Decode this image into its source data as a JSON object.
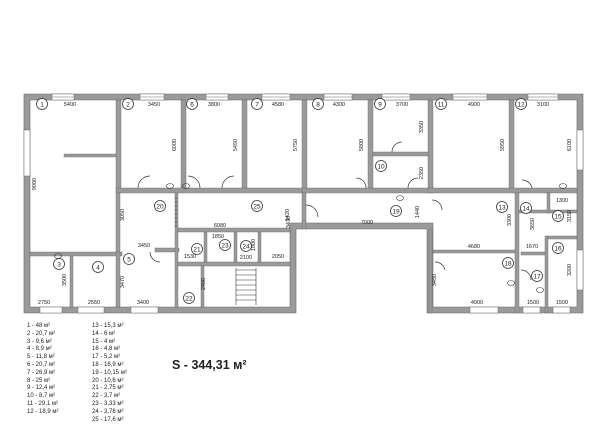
{
  "rooms": [
    {
      "number": "1",
      "width": "5400",
      "height": "9000"
    },
    {
      "number": "2",
      "width": "3450",
      "height": "6000"
    },
    {
      "number": "3",
      "width": "2750",
      "height": "3500"
    },
    {
      "number": "4",
      "width": "2550"
    },
    {
      "number": "5",
      "width": "3400",
      "height": "3470"
    },
    {
      "number": "6",
      "width": "3800",
      "height": "5450"
    },
    {
      "number": "7",
      "width": "4580",
      "height": "5750"
    },
    {
      "number": "8",
      "width": "4300",
      "height": "5800"
    },
    {
      "number": "9",
      "width": "3700",
      "height": "3350"
    },
    {
      "number": "10",
      "height": "2350"
    },
    {
      "number": "11",
      "width": "4900",
      "height": "5950"
    },
    {
      "number": "12",
      "width": "3100",
      "height": "6100"
    },
    {
      "number": "13",
      "width": "4680",
      "height": "3300"
    },
    {
      "number": "14",
      "width": "1670",
      "height": "3650"
    },
    {
      "number": "15",
      "width": "1300",
      "height": "3150"
    },
    {
      "number": "16",
      "width": "1500",
      "height": "3200"
    },
    {
      "number": "17",
      "width": "1500"
    },
    {
      "number": "18",
      "width": "4900",
      "height": "3450"
    },
    {
      "number": "19",
      "width": "7000",
      "height": "1440"
    },
    {
      "number": "20",
      "width": "3450",
      "height": "3050"
    },
    {
      "number": "21",
      "width": "1530"
    },
    {
      "number": "22",
      "height": "2400"
    },
    {
      "number": "23",
      "width": "1850"
    },
    {
      "number": "24",
      "width": "2100",
      "height": "1800"
    },
    {
      "number": "25",
      "width": "6080",
      "height": "3430"
    }
  ],
  "extra_dimensions": [
    "1420",
    "2050"
  ],
  "legend_left": [
    "1 - 48 м²",
    "2 - 20,7 м²",
    "3 - 9,6 м²",
    "4 - 8,9 м²",
    "5 - 11,8 м²",
    "6 - 20,7 м²",
    "7 - 26,9 м²",
    "8 - 25 м²",
    "9 - 12,4 м²",
    "10 - 8,7 м²",
    "11 - 29,1 м²",
    "12 - 18,9 м²"
  ],
  "legend_right": [
    "13 - 15,3 м²",
    "14 - 6 м²",
    "15 - 4 м²",
    "16 - 4,8 м²",
    "17 - 5,2 м²",
    "18 - 16,9 м²",
    "19 - 10,15 м²",
    "20 - 10,6 м²",
    "21 - 2,75 м²",
    "22 - 3,7 м²",
    "23 - 3,33 м²",
    "24 - 3,78 м²",
    "25 - 17,6 м²"
  ],
  "total_area": "S - 344,31 м²",
  "colors": {
    "wall": "#9a9a9a",
    "wall_edge": "#666666",
    "line": "#333333",
    "text": "#222222",
    "window": "#ffffff"
  }
}
